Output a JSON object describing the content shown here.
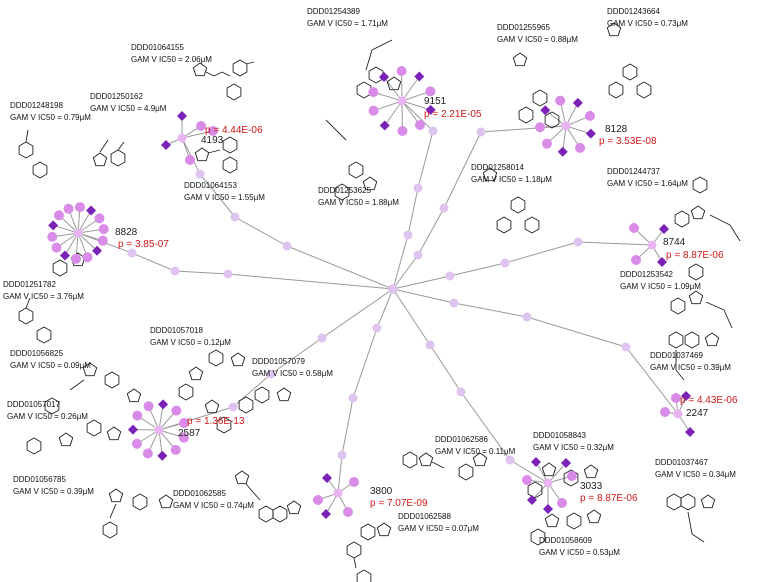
{
  "colors": {
    "edge": "#9a9a9a",
    "hub": "#e0c4f0",
    "cluster_center": "#e8b4f2",
    "compound_node": "#d88ce8",
    "diamond": "#7a22b8",
    "pvalue": "#d01818",
    "text": "#111111"
  },
  "clusters": [
    {
      "id": "8828",
      "p": "p = 3.85-07"
    },
    {
      "id": "4193",
      "p": "p = 4.44E-06"
    },
    {
      "id": "9151",
      "p": "p = 2.21E-05"
    },
    {
      "id": "8128",
      "p": "p = 3.53E-08"
    },
    {
      "id": "8744",
      "p": "p = 8.87E-06"
    },
    {
      "id": "2247",
      "p": "p = 4.43E-06"
    },
    {
      "id": "3033",
      "p": "p = 8.87E-06"
    },
    {
      "id": "3800",
      "p": "p = 7.07E-09"
    },
    {
      "id": "2587",
      "p": "p = 1.36E-13"
    }
  ],
  "compounds": [
    {
      "id": "DDD01064155",
      "ic50": "GAM V IC50 = 2.06μM"
    },
    {
      "id": "DDD01250162",
      "ic50": "GAM V IC50 = 4.9μM"
    },
    {
      "id": "DDD01248198",
      "ic50": "GAM V IC50 = 0.79μM"
    },
    {
      "id": "DDD01251782",
      "ic50": "GAM V IC50 = 3.76μM"
    },
    {
      "id": "DDD01064153",
      "ic50": "GAM V IC50 = 1.55μM"
    },
    {
      "id": "DDD01254389",
      "ic50": "GAM V IC50 = 1.71μM"
    },
    {
      "id": "DDD01253625",
      "ic50": "GAM V IC50 = 1.88μM"
    },
    {
      "id": "DDD01255965",
      "ic50": "GAM V IC50 = 0.88μM"
    },
    {
      "id": "DDD01243664",
      "ic50": "GAM V IC50 = 0.73μM"
    },
    {
      "id": "DDD01258014",
      "ic50": "GAM V IC50 = 1.18μM"
    },
    {
      "id": "DDD01244737",
      "ic50": "GAM V IC50 = 1.64μM"
    },
    {
      "id": "DDD01253542",
      "ic50": "GAM V IC50 = 1.09μM"
    },
    {
      "id": "DDD01037469",
      "ic50": "GAM V IC50 = 0.39μM"
    },
    {
      "id": "DDD01037467",
      "ic50": "GAM V IC50 = 0.34μM"
    },
    {
      "id": "DDD01058843",
      "ic50": "GAM V IC50 = 0.32μM"
    },
    {
      "id": "DDD01058609",
      "ic50": "GAM V IC50 = 0.53μM"
    },
    {
      "id": "DDD01062586",
      "ic50": "GAM V IC50 = 0.11μM"
    },
    {
      "id": "DDD01062588",
      "ic50": "GAM V IC50 = 0.07μM"
    },
    {
      "id": "DDD01062585",
      "ic50": "GAM V IC50 = 0.74μM"
    },
    {
      "id": "DDD01057018",
      "ic50": "GAM V IC50 = 0.12μM"
    },
    {
      "id": "DDD01057079",
      "ic50": "GAM V IC50 = 0.58μM"
    },
    {
      "id": "DDD01056825",
      "ic50": "GAM V IC50 = 0.09μM"
    },
    {
      "id": "DDD01057017",
      "ic50": "GAM V IC50 = 0.26μM"
    },
    {
      "id": "DDD01056785",
      "ic50": "GAM V IC50 = 0.39μM"
    }
  ]
}
